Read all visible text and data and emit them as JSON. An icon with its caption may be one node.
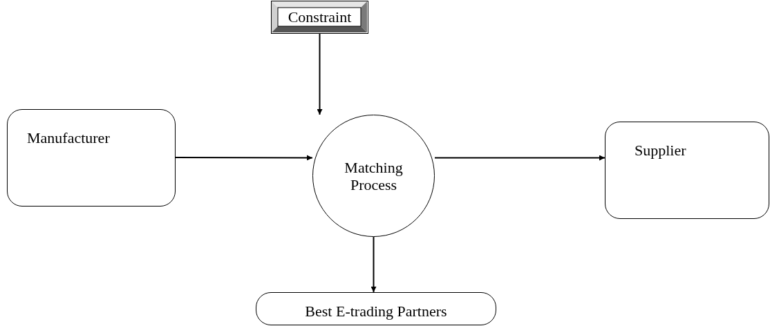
{
  "diagram": {
    "nodes": [
      {
        "text": [
          "Constraint"
        ]
      },
      {
        "text": [
          "Manufacturer"
        ]
      },
      {
        "text": [
          "Matching Process"
        ]
      },
      {
        "text": [
          "Supplier"
        ]
      },
      {
        "text": [
          "Best E-trading Partners"
        ]
      }
    ],
    "edges": [
      {
        "from": 0,
        "to": 2,
        "arrow": "to"
      },
      {
        "from": 1,
        "to": 2,
        "arrow": "to"
      },
      {
        "from": 2,
        "to": 3,
        "arrow": "to"
      },
      {
        "from": 2,
        "to": 4,
        "arrow": "to"
      }
    ]
  }
}
